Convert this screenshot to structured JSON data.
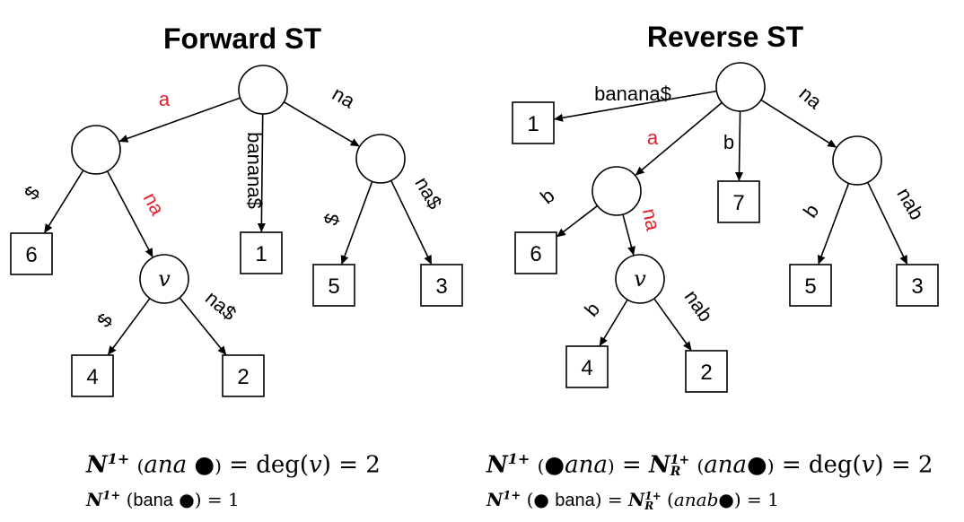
{
  "colors": {
    "highlight": "#e0202a",
    "ink": "#000000"
  },
  "trees": [
    {
      "title": "Forward ST",
      "internal_nodes": [
        {
          "id": "root",
          "label": ""
        },
        {
          "id": "a",
          "label": ""
        },
        {
          "id": "v",
          "label": "v"
        },
        {
          "id": "na",
          "label": ""
        }
      ],
      "leaves": [
        {
          "id": "L6",
          "label": "6"
        },
        {
          "id": "L1",
          "label": "1"
        },
        {
          "id": "L5",
          "label": "5"
        },
        {
          "id": "L3",
          "label": "3"
        },
        {
          "id": "L4",
          "label": "4"
        },
        {
          "id": "L2",
          "label": "2"
        }
      ],
      "edges": [
        {
          "from": "root",
          "to": "a",
          "label": "a",
          "highlight": true
        },
        {
          "from": "root",
          "to": "L1",
          "label": "banana$",
          "highlight": false
        },
        {
          "from": "root",
          "to": "na",
          "label": "na",
          "highlight": false
        },
        {
          "from": "a",
          "to": "L6",
          "label": "$",
          "highlight": false
        },
        {
          "from": "a",
          "to": "v",
          "label": "na",
          "highlight": true
        },
        {
          "from": "na",
          "to": "L5",
          "label": "$",
          "highlight": false
        },
        {
          "from": "na",
          "to": "L3",
          "label": "na$",
          "highlight": false
        },
        {
          "from": "v",
          "to": "L4",
          "label": "$",
          "highlight": false
        },
        {
          "from": "v",
          "to": "L2",
          "label": "na$",
          "highlight": false
        }
      ]
    },
    {
      "title": "Reverse ST",
      "internal_nodes": [
        {
          "id": "root",
          "label": ""
        },
        {
          "id": "a",
          "label": ""
        },
        {
          "id": "v",
          "label": "v"
        },
        {
          "id": "na",
          "label": ""
        }
      ],
      "leaves": [
        {
          "id": "L1",
          "label": "1"
        },
        {
          "id": "L7",
          "label": "7"
        },
        {
          "id": "L6",
          "label": "6"
        },
        {
          "id": "L5",
          "label": "5"
        },
        {
          "id": "L3",
          "label": "3"
        },
        {
          "id": "L4",
          "label": "4"
        },
        {
          "id": "L2",
          "label": "2"
        }
      ],
      "edges": [
        {
          "from": "root",
          "to": "L1",
          "label": "banana$",
          "highlight": false
        },
        {
          "from": "root",
          "to": "a",
          "label": "a",
          "highlight": true
        },
        {
          "from": "root",
          "to": "L7",
          "label": "b",
          "highlight": false
        },
        {
          "from": "root",
          "to": "na",
          "label": "na",
          "highlight": false
        },
        {
          "from": "a",
          "to": "L6",
          "label": "b",
          "highlight": false
        },
        {
          "from": "a",
          "to": "v",
          "label": "na",
          "highlight": true
        },
        {
          "from": "na",
          "to": "L5",
          "label": "b",
          "highlight": false
        },
        {
          "from": "na",
          "to": "L3",
          "label": "nab",
          "highlight": false
        },
        {
          "from": "v",
          "to": "L4",
          "label": "b",
          "highlight": false
        },
        {
          "from": "v",
          "to": "L2",
          "label": "nab",
          "highlight": false
        }
      ]
    }
  ],
  "formulas": {
    "left": {
      "line1": {
        "n": "N",
        "sup": "1+",
        "arg": "ana",
        "eq1": "=",
        "deg": "deg(",
        "v": "v",
        "close": ")",
        "eq2": "=",
        "val": "2"
      },
      "line2": {
        "n": "N",
        "sup": "1+",
        "arg": "bana",
        "eq": "=",
        "val": "1"
      }
    },
    "right": {
      "line1": {
        "n": "N",
        "sup": "1+",
        "arg1": "ana",
        "eq1": "=",
        "nr": "N",
        "nr_sup": "1+",
        "nr_sub": "R",
        "arg2": "ana",
        "eq2": "=",
        "deg": "deg(",
        "v": "v",
        "close": ")",
        "eq3": "=",
        "val": "2"
      },
      "line2": {
        "n": "N",
        "sup": "1+",
        "arg1": "bana",
        "eq1": "=",
        "nr": "N",
        "nr_sup": "1+",
        "nr_sub": "R",
        "arg2": "anab",
        "eq2": "=",
        "val": "1"
      }
    }
  }
}
